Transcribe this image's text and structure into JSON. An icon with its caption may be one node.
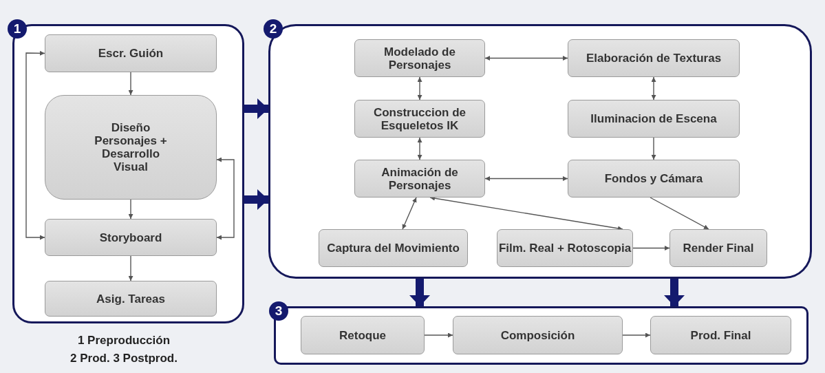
{
  "diagram": {
    "nodes": [
      {
        "text": [
          "1"
        ]
      },
      {
        "text": [
          "Escr. Guión"
        ],
        "in": 0
      },
      {
        "text": [
          "Diseño Personajes + Desarrollo Visual"
        ],
        "in": 0
      },
      {
        "text": [
          "Storyboard"
        ],
        "in": 0
      },
      {
        "text": [
          "Asig. Tareas"
        ],
        "in": 0
      },
      {
        "text": [
          "2"
        ]
      },
      {
        "text": [
          "Modelado de Personajes"
        ],
        "in": 5
      },
      {
        "text": [
          "Elaboración de Texturas"
        ],
        "in": 5
      },
      {
        "text": [
          "Construccion de Esqueletos IK"
        ],
        "in": 5
      },
      {
        "text": [
          "Iluminacion de Escena"
        ],
        "in": 5
      },
      {
        "text": [
          "Animación de Personajes"
        ],
        "in": 5
      },
      {
        "text": [
          "Fondos y Cámara"
        ],
        "in": 5
      },
      {
        "text": [
          "Captura del Movimiento"
        ],
        "in": 5
      },
      {
        "text": [
          "Film. Real + Rotoscopia"
        ],
        "in": 5
      },
      {
        "text": [
          "Render Final"
        ],
        "in": 5
      },
      {
        "text": [
          "3"
        ]
      },
      {
        "text": [
          "Retoque"
        ],
        "in": 15
      },
      {
        "text": [
          "Composición"
        ],
        "in": 15
      },
      {
        "text": [
          "Prod. Final"
        ],
        "in": 15
      }
    ],
    "edges": [
      {
        "from": 1,
        "to": 2,
        "arrow": "to"
      },
      {
        "from": 2,
        "to": 3,
        "arrow": "to"
      },
      {
        "from": 3,
        "to": 4,
        "arrow": "to"
      },
      {
        "from": 1,
        "to": 3,
        "arrow": "both"
      },
      {
        "from": 2,
        "to": 3,
        "arrow": "both"
      },
      {
        "from": 0,
        "to": 5,
        "arrow": "to",
        "style": "thick",
        "color": "#141a6e"
      },
      {
        "from": 0,
        "to": 5,
        "arrow": "to",
        "style": "thick",
        "color": "#141a6e"
      },
      {
        "from": 5,
        "to": 15,
        "arrow": "to",
        "style": "thick",
        "color": "#141a6e"
      },
      {
        "from": 5,
        "to": 15,
        "arrow": "to",
        "style": "thick",
        "color": "#141a6e"
      },
      {
        "from": 6,
        "to": 7,
        "arrow": "both"
      },
      {
        "from": 6,
        "to": 8,
        "arrow": "both"
      },
      {
        "from": 7,
        "to": 9,
        "arrow": "both"
      },
      {
        "from": 8,
        "to": 10,
        "arrow": "both"
      },
      {
        "from": 9,
        "to": 11,
        "arrow": "to"
      },
      {
        "from": 10,
        "to": 11,
        "arrow": "both"
      },
      {
        "from": 10,
        "to": 12,
        "arrow": "both"
      },
      {
        "from": 10,
        "to": 13,
        "arrow": "both"
      },
      {
        "from": 11,
        "to": 14,
        "arrow": "to"
      },
      {
        "from": 13,
        "to": 14,
        "arrow": "to"
      },
      {
        "from": 16,
        "to": 17,
        "arrow": "to"
      },
      {
        "from": 17,
        "to": 18,
        "arrow": "to"
      }
    ],
    "labels": [
      "1 Preproducción",
      "2 Prod. 3 Postprod."
    ]
  }
}
